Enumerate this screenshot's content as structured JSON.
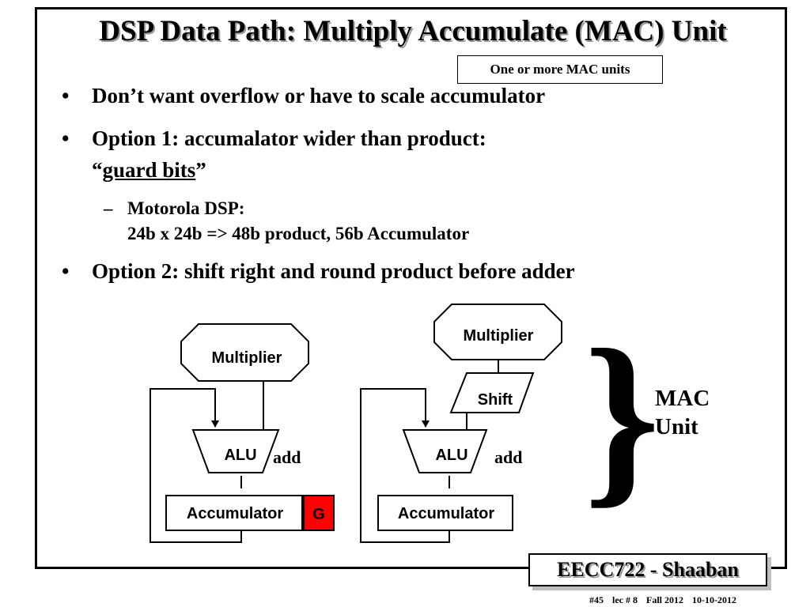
{
  "slide": {
    "title": "DSP Data Path: Multiply Accumulate (MAC) Unit",
    "note": "One or more MAC units",
    "bullet_marker": "•",
    "sub_marker": "–",
    "bullets": {
      "b1": "Don’t want overflow or have to scale accumulator",
      "b2_line1": "Option 1: accumalator wider than product:",
      "b2_quote_open": "“",
      "b2_guard": "guard bits",
      "b2_quote_close": "”",
      "sub1_line1": "Motorola DSP:",
      "sub1_line2": "24b x 24b => 48b product, 56b Accumulator",
      "b3": "Option 2: shift right and round product before adder"
    }
  },
  "diagram": {
    "left": {
      "multiplier": "Multiplier",
      "alu": "ALU",
      "add": "add",
      "accumulator": "Accumulator",
      "guard": "G"
    },
    "right": {
      "multiplier": "Multiplier",
      "shift": "Shift",
      "alu": "ALU",
      "add": "add",
      "accumulator": "Accumulator"
    },
    "brace": "}",
    "mac_line1": "MAC",
    "mac_line2": "Unit",
    "colors": {
      "guard_fill": "#ff0000"
    }
  },
  "footer": {
    "course": "EECC722 - Shaaban",
    "slide_num": "#45",
    "lecture": "lec # 8",
    "term": "Fall 2012",
    "date": "10-10-2012"
  }
}
